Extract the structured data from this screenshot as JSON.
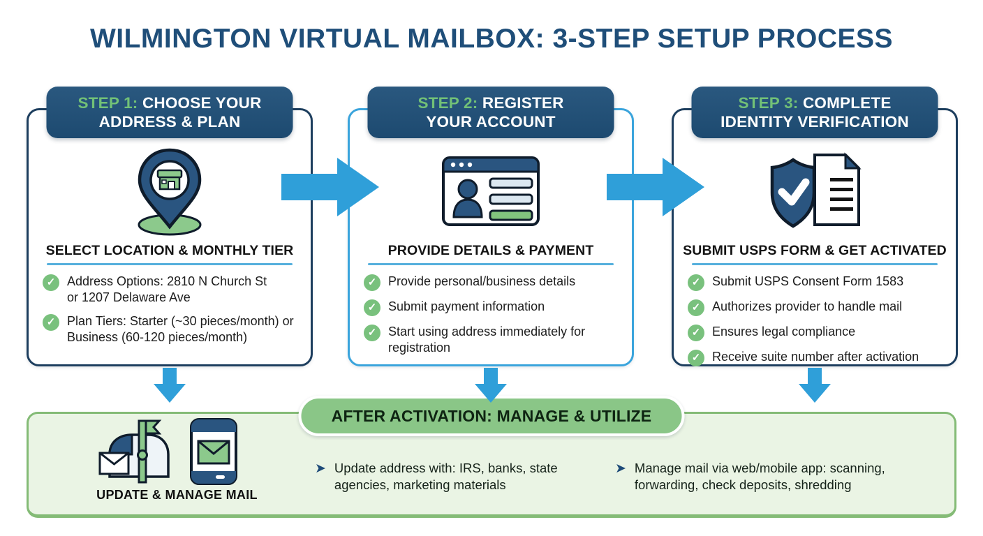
{
  "title": "WILMINGTON VIRTUAL MAILBOX: 3-STEP SETUP PROCESS",
  "steps": [
    {
      "label": "STEP 1:",
      "heading": "CHOOSE YOUR ADDRESS & PLAN",
      "icon": "location-pin-storefront-icon",
      "subtitle": "SELECT LOCATION & MONTHLY TIER",
      "bullets": [
        "Address Options: 2810 N Church St or 1207 Delaware Ave",
        "Plan Tiers: Starter (~30 pieces/month) or Business (60-120 pieces/month)"
      ]
    },
    {
      "label": "STEP 2:",
      "heading": "REGISTER YOUR ACCOUNT",
      "icon": "signup-form-browser-icon",
      "subtitle": "PROVIDE DETAILS & PAYMENT",
      "bullets": [
        "Provide personal/business details",
        "Submit payment information",
        "Start using address immediately for registration"
      ]
    },
    {
      "label": "STEP 3:",
      "heading": "COMPLETE IDENTITY VERIFICATION",
      "icon": "shield-check-document-icon",
      "subtitle": "SUBMIT USPS FORM & GET ACTIVATED",
      "bullets": [
        "Submit USPS Consent Form 1583",
        "Authorizes provider to handle mail",
        "Ensures legal compliance",
        "Receive suite number after activation"
      ]
    }
  ],
  "after_activation": {
    "heading": "AFTER ACTIVATION: MANAGE & UTILIZE",
    "icon_caption": "UPDATE & MANAGE MAIL",
    "icons": [
      "mailbox-icon",
      "mobile-phone-mail-icon"
    ],
    "bullets": [
      "Update address with: IRS, banks, state agencies, marketing materials",
      "Manage mail via web/mobile app: scanning, forwarding, check deposits, shredding"
    ]
  },
  "colors": {
    "title_navy": "#1f4e79",
    "header_navy": "#1f4d74",
    "card_border_navy": "#1d3e5e",
    "card_border_blue": "#3aa4dc",
    "accent_green": "#79c17d",
    "step_label_green": "#72c177",
    "arrow_blue": "#2f9fd9",
    "underline_blue": "#56b0dd",
    "panel_bg_green": "#eaf4e4",
    "panel_border_green": "#84bb76",
    "pill_green": "#8ac687"
  }
}
